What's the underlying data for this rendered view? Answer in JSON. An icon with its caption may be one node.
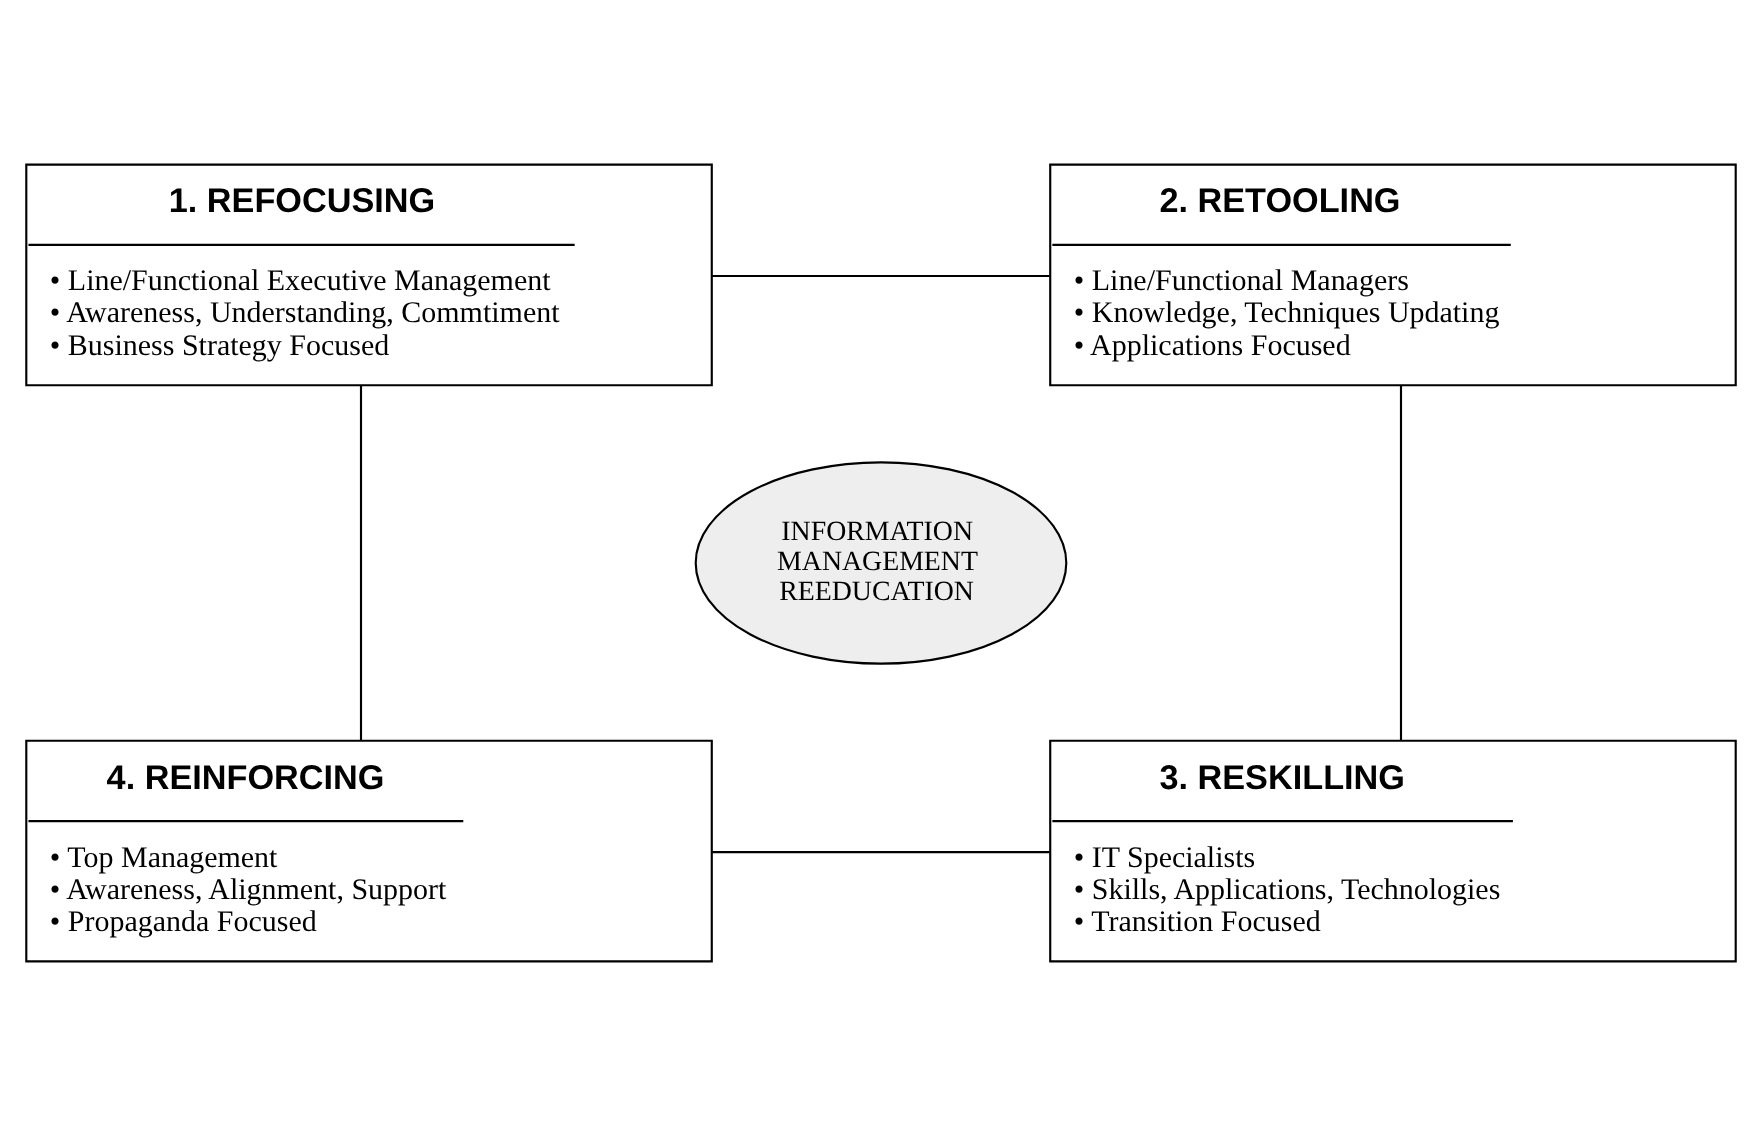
{
  "diagram": {
    "nodes": [
      {
        "text": [
          "1. REFOCUSING",
          "• Line/Functional Executive Management",
          "• Awareness, Understanding, Commtiment",
          "• Business Strategy Focused"
        ]
      },
      {
        "text": [
          "2. RETOOLING",
          "• Line/Functional Managers",
          "• Knowledge, Techniques Updating",
          "• Applications Focused"
        ]
      },
      {
        "text": [
          "INFORMATION MANAGEMENT REEDUCATION"
        ]
      },
      {
        "text": [
          "4. REINFORCING",
          "• Top Management",
          "• Awareness, Alignment, Support",
          "• Propaganda Focused"
        ]
      },
      {
        "text": [
          "3. RESKILLING",
          "• IT Specialists",
          "• Skills, Applications, Technologies",
          "• Transition Focused"
        ]
      }
    ],
    "edges": [
      {
        "from": 0,
        "to": 1,
        "arrow": "none"
      },
      {
        "from": 0,
        "to": 3,
        "arrow": "none"
      },
      {
        "from": 1,
        "to": 4,
        "arrow": "none"
      },
      {
        "from": 3,
        "to": 4,
        "arrow": "none"
      }
    ]
  }
}
